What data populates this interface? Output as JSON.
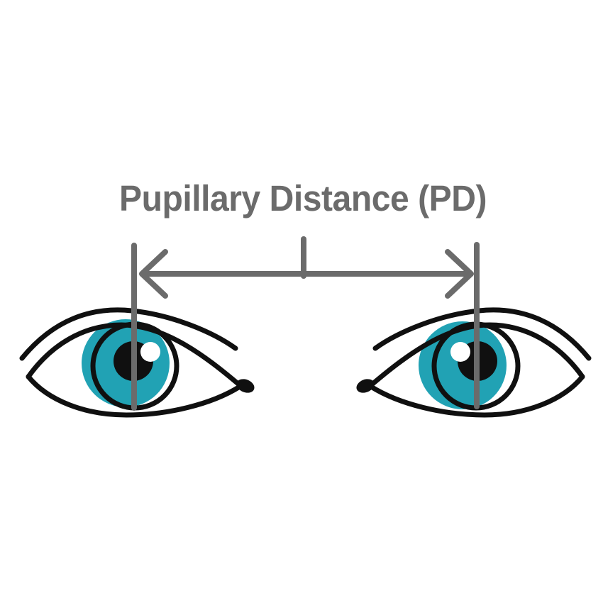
{
  "page": {
    "background": "#ffffff"
  },
  "title": {
    "text": "Pupillary Distance (PD)",
    "color": "#6b6b6b"
  },
  "measurement": {
    "line_color": "#6b6b6b",
    "elements": [
      "left-pupil-axis-line",
      "pd-span-arrow",
      "arrow-midpoint-tick",
      "right-pupil-axis-line"
    ]
  },
  "eyes": {
    "count": 2,
    "ink_color": "#101010",
    "iris_color": "#21a2b4",
    "highlight_color": "#ffffff"
  }
}
